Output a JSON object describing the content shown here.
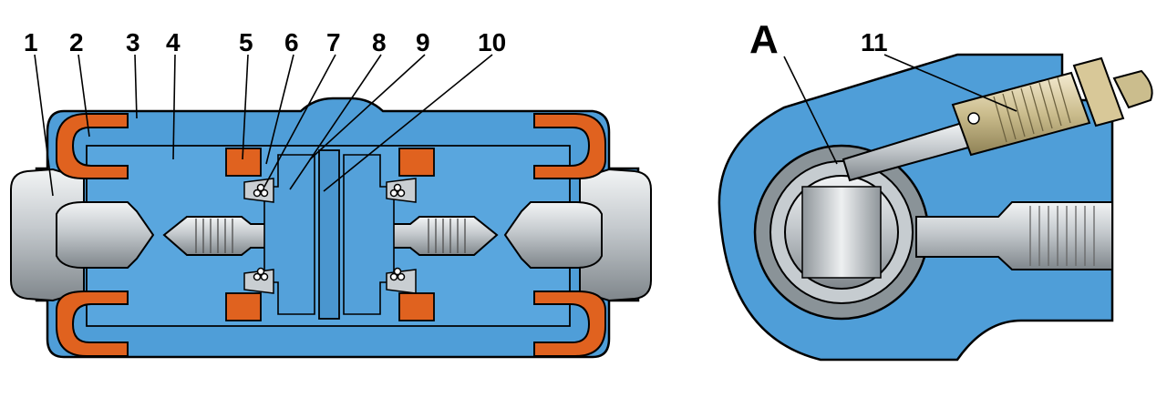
{
  "labels": {
    "l1": "1",
    "l2": "2",
    "l3": "3",
    "l4": "4",
    "l5": "5",
    "l6": "6",
    "l7": "7",
    "l8": "8",
    "l9": "9",
    "l10": "10",
    "l11": "11",
    "view": "A"
  },
  "colors": {
    "body": "#4f9ed8",
    "outline": "#000000",
    "seal": "#e0621f",
    "metal": "#c9ced2",
    "brass": "#c9b98a"
  }
}
